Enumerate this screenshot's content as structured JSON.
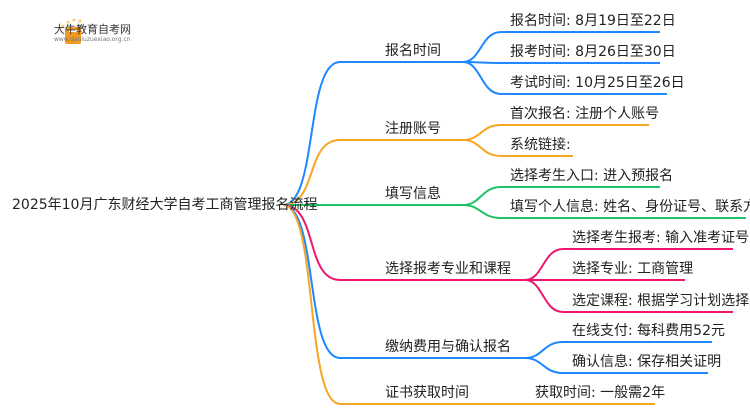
{
  "logo": {
    "title": "大牛教育自考网",
    "url": "www.daniuzuexiao.org.cn"
  },
  "root": {
    "label": "2025年10月广东财经大学自考工商管理报名流程"
  },
  "branches": [
    {
      "label": "报名时间",
      "color": "#1e88ff",
      "children": [
        "报名时间: 8月19日至22日",
        "报考时间: 8月26日至30日",
        "考试时间: 10月25日至26日"
      ]
    },
    {
      "label": "注册账号",
      "color": "#f5a623",
      "children": [
        "首次报名: 注册个人账号",
        "系统链接:"
      ]
    },
    {
      "label": "填写信息",
      "color": "#1fc16b",
      "children": [
        "选择考生入口: 进入预报名",
        "填写个人信息: 姓名、身份证号、联系方式"
      ]
    },
    {
      "label": "选择报考专业和课程",
      "color": "#f0166e",
      "children": [
        "选择考生报考: 输入准考证号",
        "选择专业: 工商管理",
        "选定课程: 根据学习计划选择"
      ]
    },
    {
      "label": "缴纳费用与确认报名",
      "color": "#1e88ff",
      "children": [
        "在线支付: 每科费用52元",
        "确认信息: 保存相关证明"
      ]
    },
    {
      "label": "证书获取时间",
      "color": "#f5a623",
      "children": [
        "获取时间: 一般需2年"
      ]
    }
  ]
}
